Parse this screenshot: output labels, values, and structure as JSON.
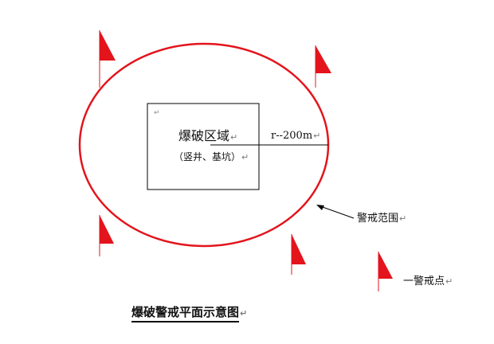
{
  "diagram": {
    "zone_label": "爆破区域",
    "zone_sublabel": "（竖井、基坑）",
    "radius_label": "r--200m",
    "range_label": "警戒范围",
    "point_label": "一警戒点",
    "caption": "爆破警戒平面示意图",
    "return_mark": "↵",
    "colors": {
      "circle": "#e3141c",
      "flag": "#e3141c",
      "pole": "#e3141c",
      "line": "#000000"
    }
  }
}
